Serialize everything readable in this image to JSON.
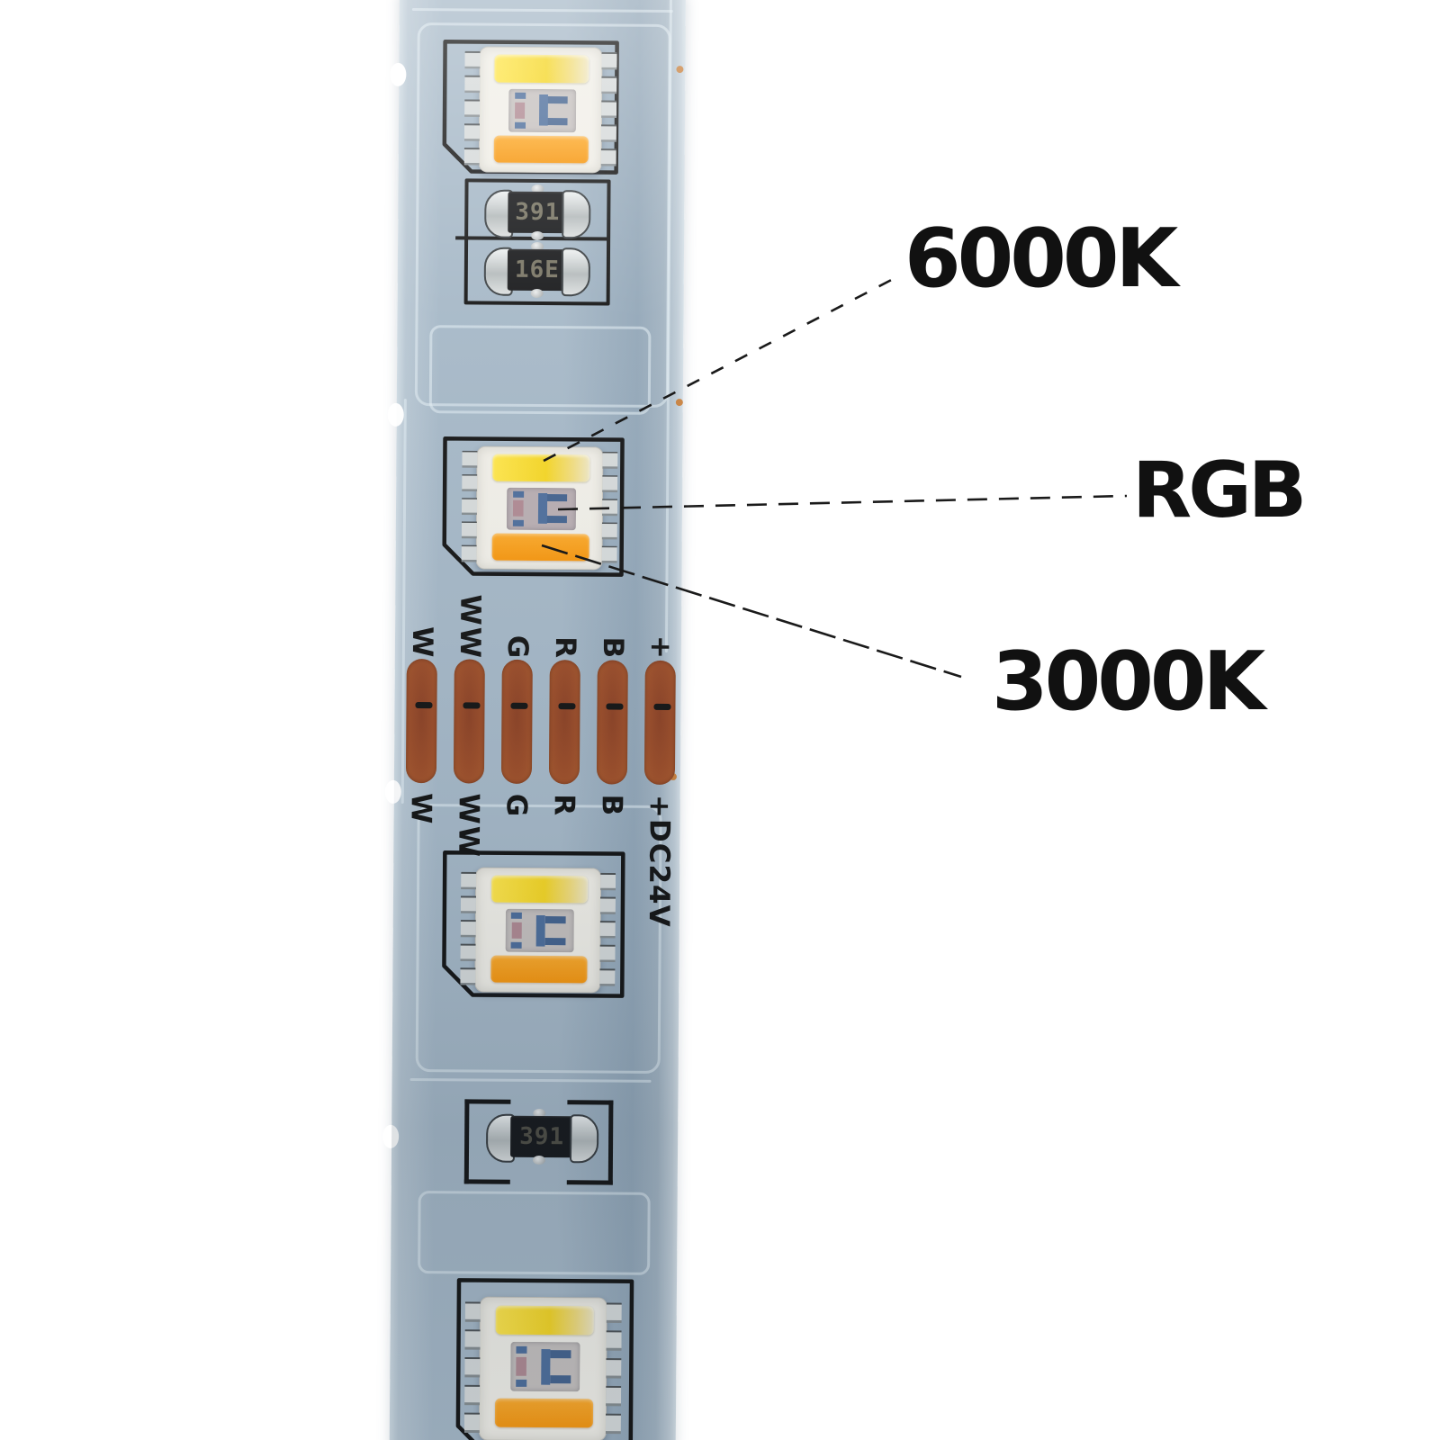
{
  "labels": {
    "cool_white": "6000K",
    "rgb": "RGB",
    "warm_white": "3000K"
  },
  "pcb": {
    "pad_labels_top": [
      "W",
      "WW",
      "G",
      "R",
      "B",
      "+"
    ],
    "pad_labels_bottom": [
      "W",
      "WW",
      "G",
      "R",
      "B",
      "+DC24V"
    ],
    "resistor_codes": [
      "391",
      "16E",
      "391"
    ]
  },
  "colors": {
    "background": "#ffffff",
    "pcb": "#a6b8c7",
    "pcb_dark": "#93a7b8",
    "silkscreen": "#161616",
    "copper_pad": "#9c4e2a",
    "phosphor_cool": "#f5d625",
    "phosphor_warm": "#f7970f",
    "led_package": "#f1efe8",
    "annotation_text": "#111111"
  }
}
